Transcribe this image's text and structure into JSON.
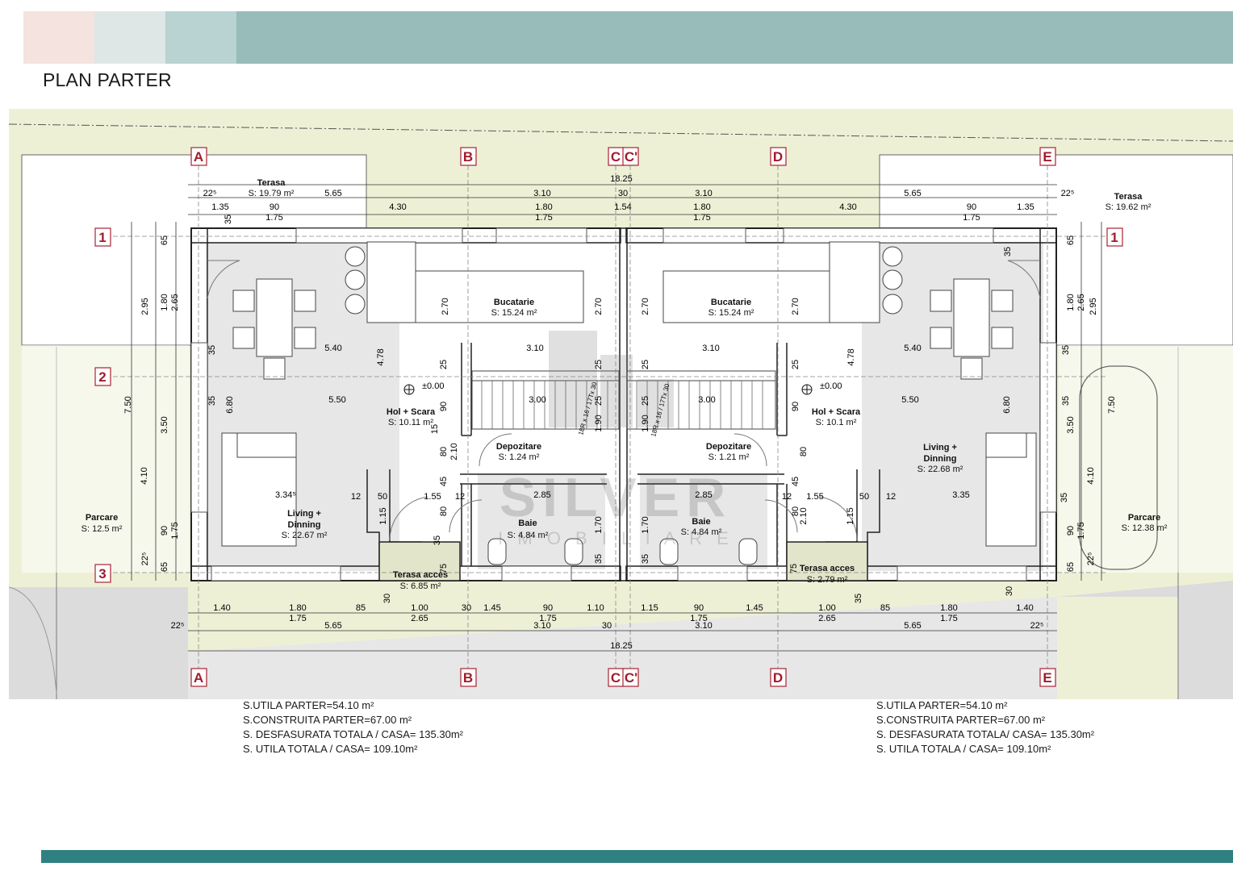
{
  "header": {
    "title": "PLAN PARTER",
    "band_colors": [
      "#f4e3de",
      "#dfe6e6",
      "#b9d2d2",
      "#97bcba"
    ],
    "bottom_bar_color": "#2f8181"
  },
  "axes": {
    "columns": [
      "A",
      "B",
      "C",
      "C'",
      "D",
      "E"
    ],
    "rows": [
      "1",
      "2",
      "3"
    ]
  },
  "rooms": {
    "left": {
      "terasa": {
        "name": "Terasa",
        "area": "S: 19.79 m²"
      },
      "bucatarie": {
        "name": "Bucatarie",
        "area": "S: 15.24 m²"
      },
      "hol": {
        "name": "Hol + Scara",
        "area": "S: 10.11 m²"
      },
      "depozitare": {
        "name": "Depozitare",
        "area": "S: 1.24 m²"
      },
      "living": {
        "name": "Living +",
        "name2": "Dinning",
        "area": "S: 22.67 m²"
      },
      "baie": {
        "name": "Baie",
        "area": "S: 4.84 m²"
      },
      "terasa_acces": {
        "name": "Terasa acces",
        "area": "S: 6.85 m²"
      },
      "parcare": {
        "name": "Parcare",
        "area": "S: 12.5 m²"
      }
    },
    "right": {
      "terasa": {
        "name": "Terasa",
        "area": "S: 19.62 m²"
      },
      "bucatarie": {
        "name": "Bucatarie",
        "area": "S: 15.24 m²"
      },
      "hol": {
        "name": "Hol + Scara",
        "area": "S: 10.1 m²"
      },
      "depozitare": {
        "name": "Depozitare",
        "area": "S: 1.21 m²"
      },
      "living": {
        "name": "Living +",
        "name2": "Dinning",
        "area": "S: 22.68 m²"
      },
      "baie": {
        "name": "Baie",
        "area": "S: 4.84 m²"
      },
      "terasa_acces": {
        "name": "Terasa acces",
        "area": "S: 2.79 m²"
      },
      "parcare": {
        "name": "Parcare",
        "area": "S: 12.38 m²"
      }
    }
  },
  "levels": {
    "left": "±0.00",
    "right": "±0.00"
  },
  "dimensions": {
    "overall": "18.25",
    "top_row1": [
      "22⁵",
      "5.65",
      "3.10",
      "30",
      "3.10",
      "5.65",
      "22⁵"
    ],
    "top_row2": [
      "1.35",
      "90",
      "4.30",
      "1.80",
      "1.54",
      "1.80",
      "4.30",
      "90",
      "1.35"
    ],
    "top_row2b": [
      "1.75",
      "1.75",
      "1.75",
      "1.75"
    ],
    "interior": [
      "5.40",
      "3.10",
      "3.10",
      "5.40",
      "5.50",
      "3.00",
      "3.00",
      "5.50",
      "2.85",
      "2.85",
      "3.35",
      "1.55",
      "1.55",
      "3.34⁵",
      "50",
      "50",
      "12",
      "12",
      "12",
      "12"
    ],
    "bottom_row1": [
      "1.40",
      "1.80",
      "85",
      "1.00",
      "30",
      "1.45",
      "90",
      "1.10",
      "1.15",
      "90",
      "1.45",
      "1.00",
      "85",
      "1.80",
      "1.40"
    ],
    "bottom_row2": [
      "1.75",
      "2.65",
      "1.75",
      "1.75",
      "2.65",
      "1.75"
    ],
    "bottom_row3": [
      "22⁵",
      "5.65",
      "3.10",
      "30",
      "3.10",
      "5.65",
      "22⁵"
    ],
    "vertical_left": [
      "7.50",
      "2.95",
      "1.80",
      "2.65",
      "3.50",
      "4.10",
      "90",
      "1.75",
      "22⁵",
      "65",
      "35",
      "65",
      "35",
      "35",
      "6.80",
      "4.78",
      "2.70",
      "2.70",
      "2.10",
      "1.15",
      "80",
      "45",
      "80",
      "25",
      "90",
      "15",
      "25",
      "25",
      "1.70",
      "1.90",
      "75",
      "35",
      "35",
      "30"
    ],
    "vertical_right": [
      "7.50",
      "2.95",
      "1.80",
      "2.65",
      "3.50",
      "4.10",
      "90",
      "1.75",
      "22⁵",
      "65",
      "35",
      "65",
      "35",
      "35",
      "6.80",
      "4.78",
      "2.70",
      "2.70",
      "2.10",
      "1.15",
      "80",
      "45",
      "80",
      "25",
      "90",
      "25",
      "25",
      "1.70",
      "1.90",
      "75",
      "35",
      "35",
      "30",
      "35"
    ]
  },
  "stairs_note": {
    "left": "18R x 16 / 17Tx 30",
    "right": "18R x 16 / 17Tx 30"
  },
  "watermark": {
    "brand": "SILVER",
    "sub": "I M O B I L I A R E"
  },
  "summary": {
    "left": [
      "S.UTILA PARTER=54.10 m²",
      "S.CONSTRUITA PARTER=67.00 m²",
      "S. DESFASURATA TOTALA / CASA= 135.30m²",
      "S. UTILA TOTALA / CASA= 109.10m²"
    ],
    "right": [
      "S.UTILA PARTER=54.10 m²",
      "S.CONSTRUITA PARTER=67.00 m²",
      "S. DESFASURATA TOTALA/ CASA= 135.30m²",
      "S. UTILA TOTALA / CASA= 109.10m²"
    ]
  }
}
